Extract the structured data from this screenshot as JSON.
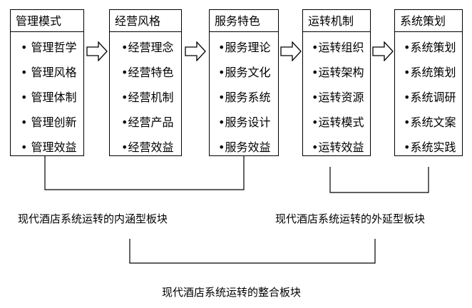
{
  "boxes": [
    {
      "title": "管理模式",
      "items": [
        "• 管理哲学",
        "• 管理风格",
        "• 管理体制",
        "• 管理创新",
        "• 管理效益"
      ]
    },
    {
      "title": "经营风格",
      "items": [
        "•经营理念",
        "•经营特色",
        "•经营机制",
        "•经营产品",
        "•经营效益"
      ]
    },
    {
      "title": "服务特色",
      "items": [
        "•服务理论",
        "•服务文化",
        "•服务系统",
        "•服务设计",
        "•服务效益"
      ]
    },
    {
      "title": "运转机制",
      "items": [
        "•运转组织",
        "•运转架构",
        "•运转资源",
        "•运转模式",
        "•运转效益"
      ]
    },
    {
      "title": "系统策划",
      "items": [
        "•系统策划",
        "•系统策划",
        "•系统调研",
        "•系统文案",
        "•系统实践"
      ]
    }
  ],
  "captions": {
    "inner": "现代酒店系统运转的内涵型板块",
    "outer": "现代酒店系统运转的外延型板块",
    "integrated": "现代酒店系统运转的整合板块"
  }
}
